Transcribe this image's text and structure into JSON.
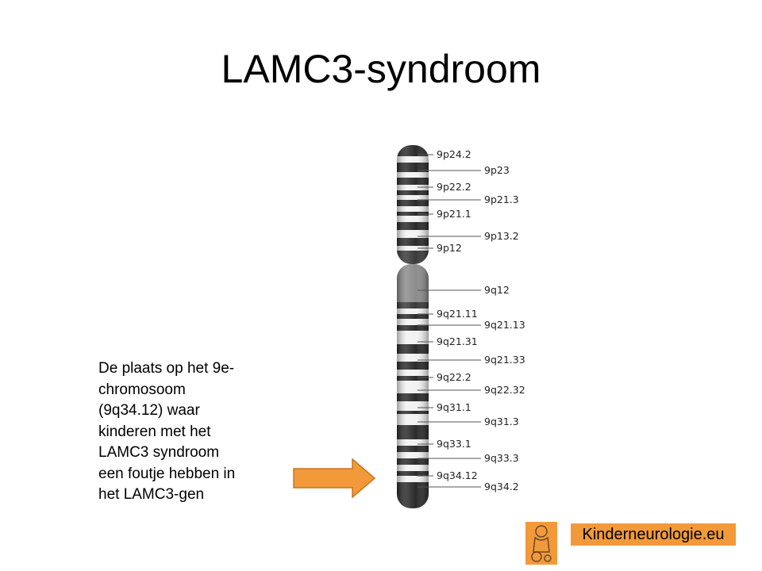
{
  "slide": {
    "title": "LAMC3-syndroom",
    "description_lines": [
      "De plaats op het 9e-",
      "chromosoom",
      "(9q34.12) waar",
      "kinderen met het",
      "LAMC3 syndroom",
      "een foutje hebben in",
      "het LAMC3-gen"
    ]
  },
  "chromosome": {
    "band_labels": [
      "9p24.2",
      "9p23",
      "9p22.2",
      "9p21.3",
      "9p21.1",
      "9p13.2",
      "9p12",
      "9q12",
      "9q21.11",
      "9q21.13",
      "9q21.31",
      "9q21.33",
      "9q22.2",
      "9q22.32",
      "9q31.1",
      "9q31.3",
      "9q33.1",
      "9q33.3",
      "9q34.12",
      "9q34.2"
    ],
    "colors": {
      "dark": "#2b2b2b",
      "light": "#f2f2f2",
      "heterochromatin": "#8c8c8c"
    }
  },
  "arrow": {
    "color": "#f29a3a",
    "stroke": "#c9741f"
  },
  "logo": {
    "text": "Kinderneurologie.eu",
    "color": "#f29a3a"
  }
}
